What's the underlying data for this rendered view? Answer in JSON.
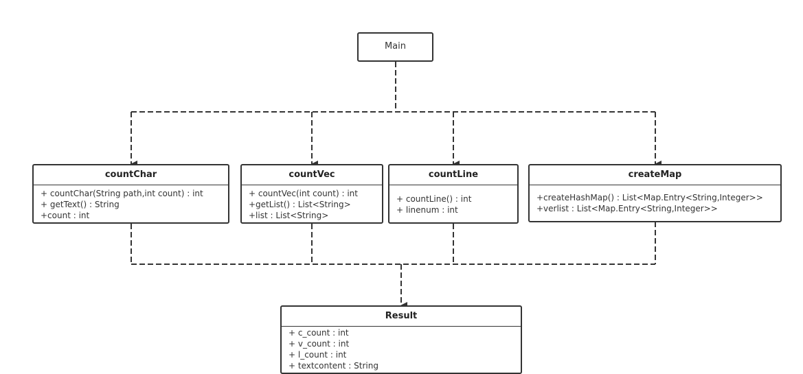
{
  "diagram": {
    "main_label": "Main",
    "classes": [
      {
        "name": "countChar",
        "members": [
          "+ countChar(String path,int count) : int",
          "+ getText() : String",
          "+count : int"
        ]
      },
      {
        "name": "countVec",
        "members": [
          "+ countVec(int count) : int",
          "+getList() : List<String>",
          "+list : List<String>"
        ]
      },
      {
        "name": "countLine",
        "members": [
          "+ countLine() : int",
          "+ linenum : int"
        ]
      },
      {
        "name": "createMap",
        "members": [
          "+createHashMap() : List<Map.Entry<String,Integer>>",
          "+verlist : List<Map.Entry<String,Integer>>"
        ]
      },
      {
        "name": "Result",
        "members": [
          "+ c_count : int",
          "+ v_count : int",
          "+ l_count : int",
          "+ textcontent : String"
        ]
      }
    ]
  },
  "colors": {
    "stroke": "#333333",
    "background": "#ffffff"
  }
}
